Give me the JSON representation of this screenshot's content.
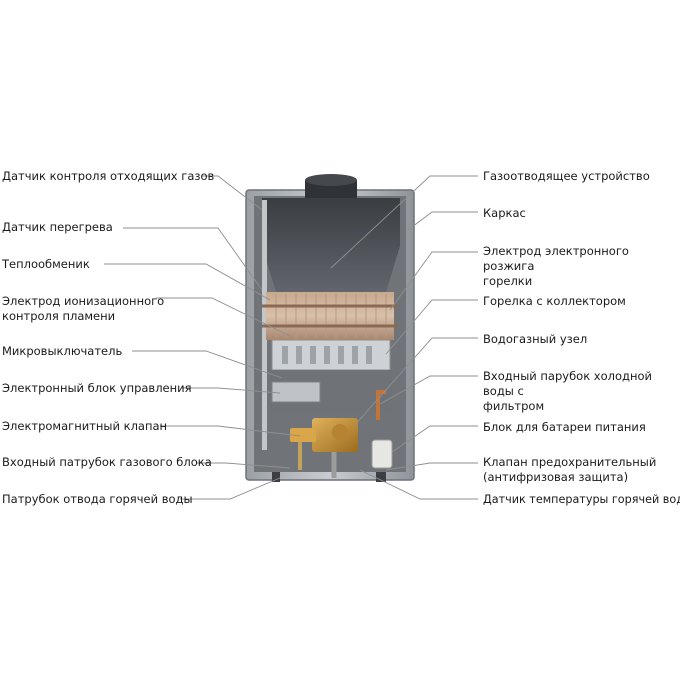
{
  "left_labels": [
    {
      "id": "flue-gas-sensor",
      "text": "Датчик контроля отходящих газов"
    },
    {
      "id": "overheat-sensor",
      "text": "Датчик перегрева"
    },
    {
      "id": "heat-exchanger",
      "text": "Теплообменик"
    },
    {
      "id": "ionization-electrode",
      "line1": "Электрод ионизационного",
      "line2": "контроля пламени"
    },
    {
      "id": "microswitch",
      "text": "Микровыключатель"
    },
    {
      "id": "control-unit",
      "text": "Электронный блок управления"
    },
    {
      "id": "solenoid-valve",
      "text": "Электромагнитный клапан"
    },
    {
      "id": "gas-inlet",
      "text": "Входный патрубок газового блока"
    },
    {
      "id": "hot-water-outlet",
      "text": "Патрубок отвода горячей воды"
    }
  ],
  "right_labels": [
    {
      "id": "flue-device",
      "text": "Газоотводящее устройство"
    },
    {
      "id": "frame",
      "text": "Каркас"
    },
    {
      "id": "ignition-electrode",
      "line1": "Электрод электронного розжига",
      "line2": "горелки"
    },
    {
      "id": "burner",
      "text": "Горелка с коллектором"
    },
    {
      "id": "water-gas-unit",
      "text": "Водогазный узел"
    },
    {
      "id": "cold-water-inlet",
      "line1": "Входный парубок холодной воды с",
      "line2": "фильтром"
    },
    {
      "id": "battery-block",
      "text": "Блок для батареи питания"
    },
    {
      "id": "safety-valve",
      "line1": "Клапан предохранительный",
      "line2": "(антифризовая защита)"
    },
    {
      "id": "hot-water-sensor",
      "text": "Датчик температуры горячей воды"
    }
  ]
}
